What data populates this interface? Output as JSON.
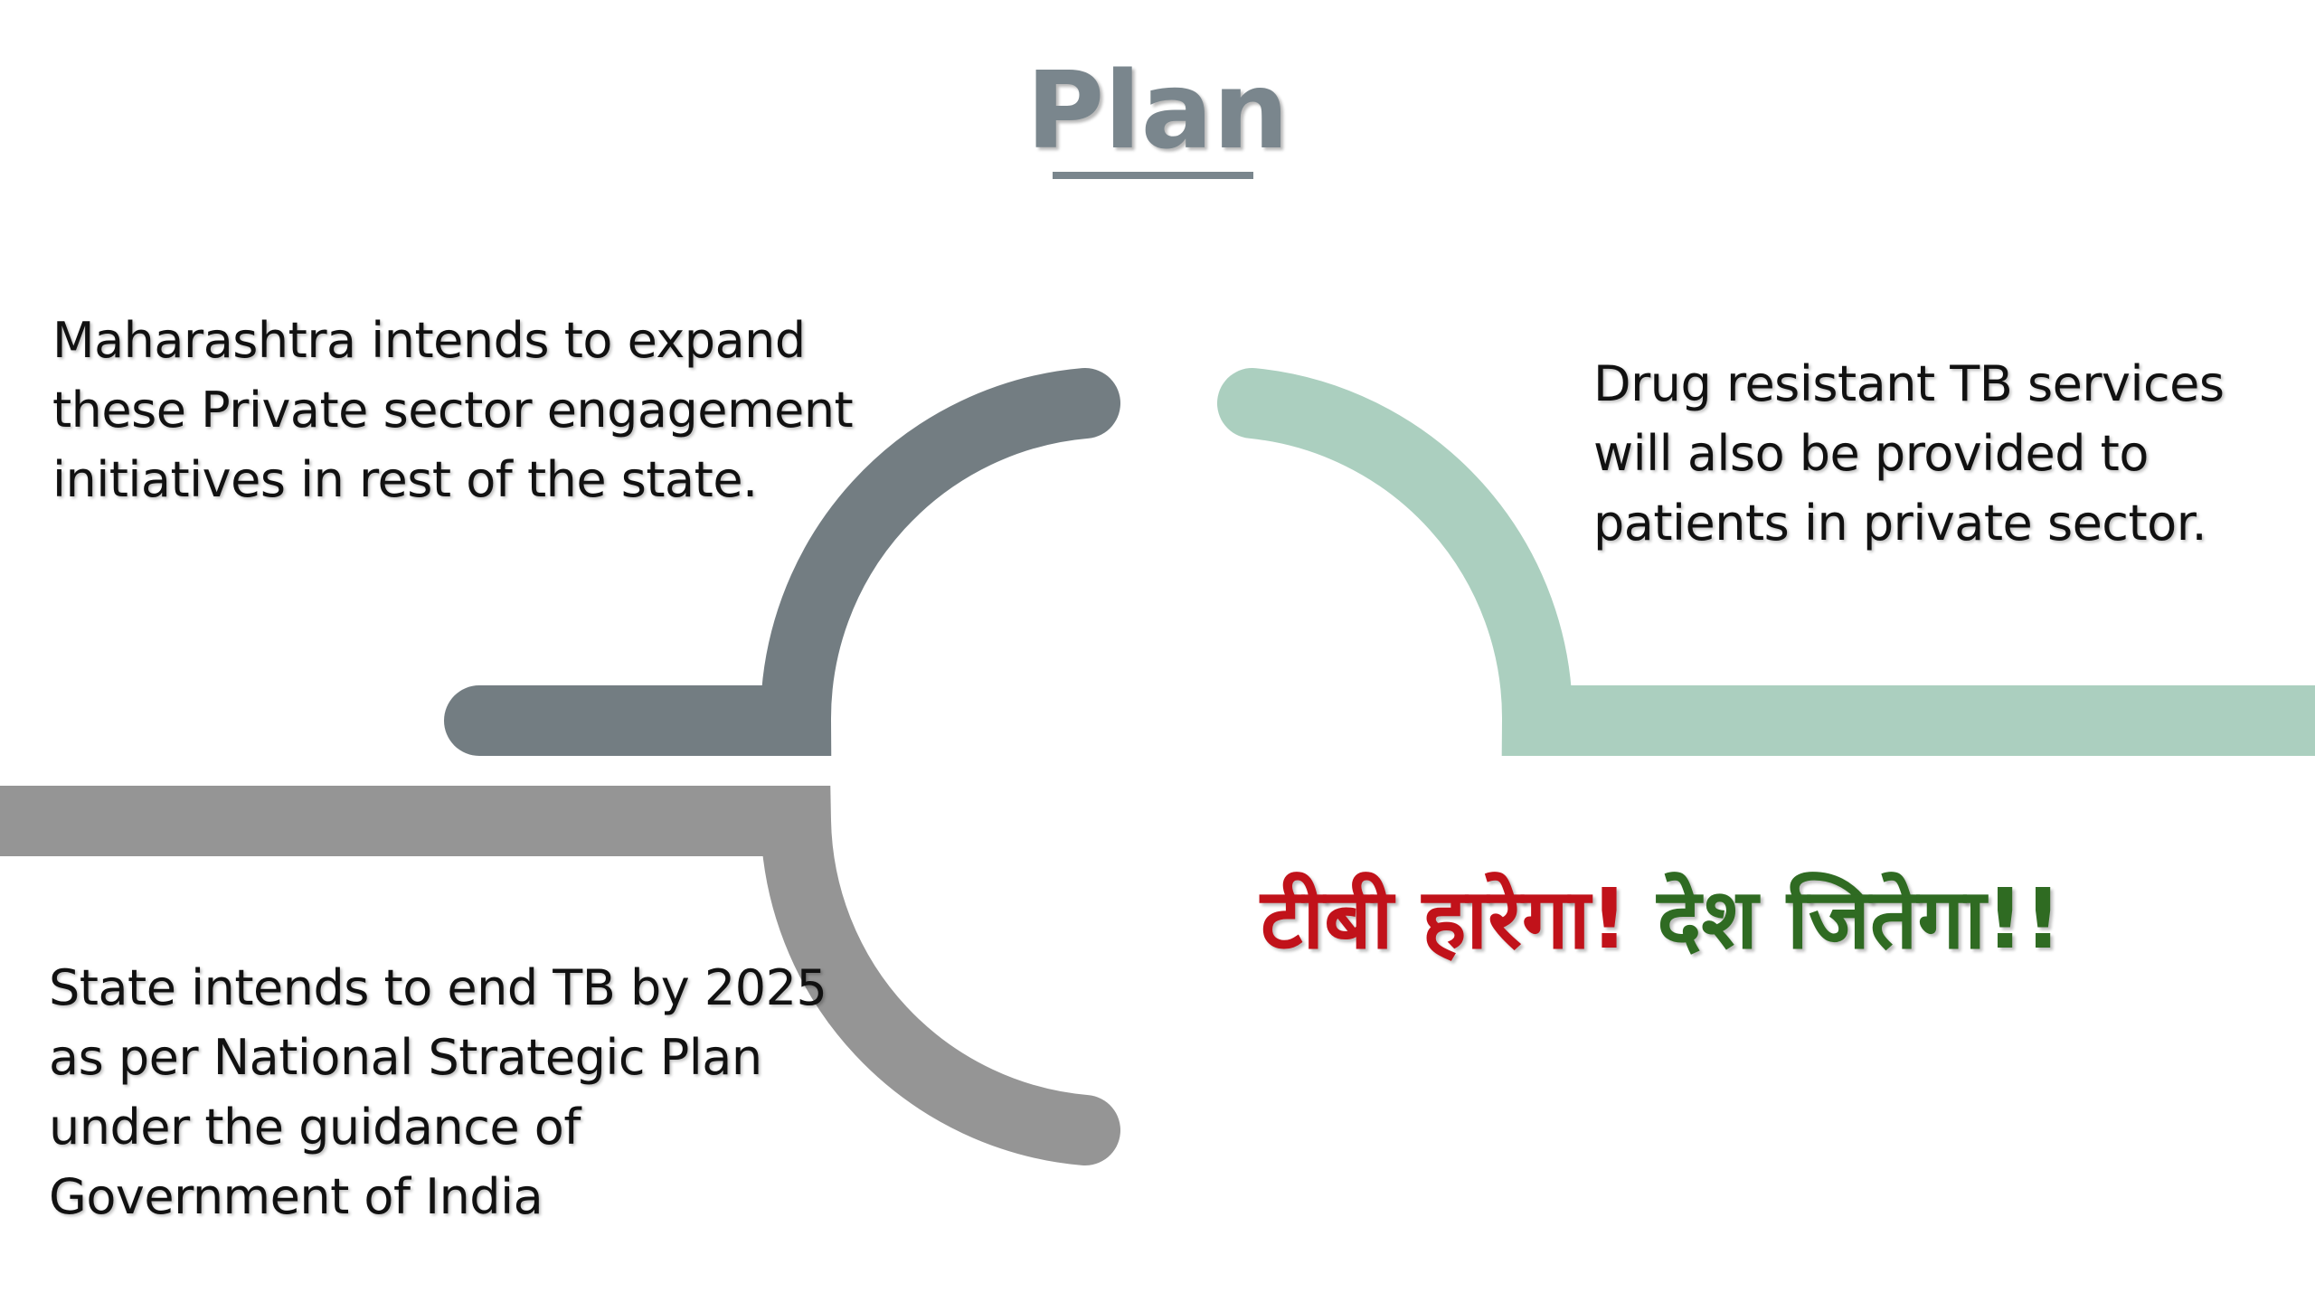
{
  "slide": {
    "title": "Plan",
    "blocks": {
      "top_left": "Maharashtra intends to expand these Private sector engagement initiatives in rest of the state.",
      "top_right": "Drug resistant TB services will also be provided to patients in private sector.",
      "bottom_left": "State intends to end TB by 2025 as per National Strategic Plan under the guidance of Government of India"
    },
    "slogan": {
      "part1": "टीबी  हारेगा!",
      "part2": " देश  जितेगा!!"
    }
  },
  "colors": {
    "arc_dark": "#737d82",
    "arc_mint": "#abcfbf",
    "arc_gray": "#959595",
    "title": "#7a868d",
    "slogan_red": "#c1121a",
    "slogan_green": "#2f6b22"
  }
}
